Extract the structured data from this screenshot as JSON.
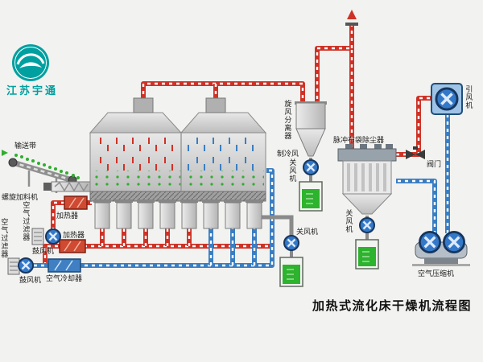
{
  "logo": {
    "company": "江苏宇通"
  },
  "title": "加热式流化床干燥机流程图",
  "labels": {
    "conveyor": "输送带",
    "screw_feeder": "螺旋加料机",
    "air_filter_1": "空气过滤器",
    "air_filter_2": "空气过滤器",
    "blower_1": "鼓风机",
    "blower_2": "鼓风机",
    "heater_1": "加热器",
    "heater_2": "加热器",
    "air_cooler": "空气冷却器",
    "cyclone": "旋风分离器",
    "cooling_air": "制冷风",
    "airlock_1": "关风机",
    "airlock_2": "关风机",
    "airlock_3": "关风机",
    "bag_filter": "脉冲布袋除尘器",
    "draft_fan": "引风机",
    "valve": "阀门",
    "air_compressor": "空气压缩机"
  },
  "colors": {
    "page_bg": "#f2f2f0",
    "hot_pipe": "#ce3226",
    "cold_pipe": "#3a7ec2",
    "material_green": "#2fae2f",
    "tank_green": "#2db32d",
    "fan_blue": "#3478c8",
    "logo_teal": "#00a0a0"
  }
}
